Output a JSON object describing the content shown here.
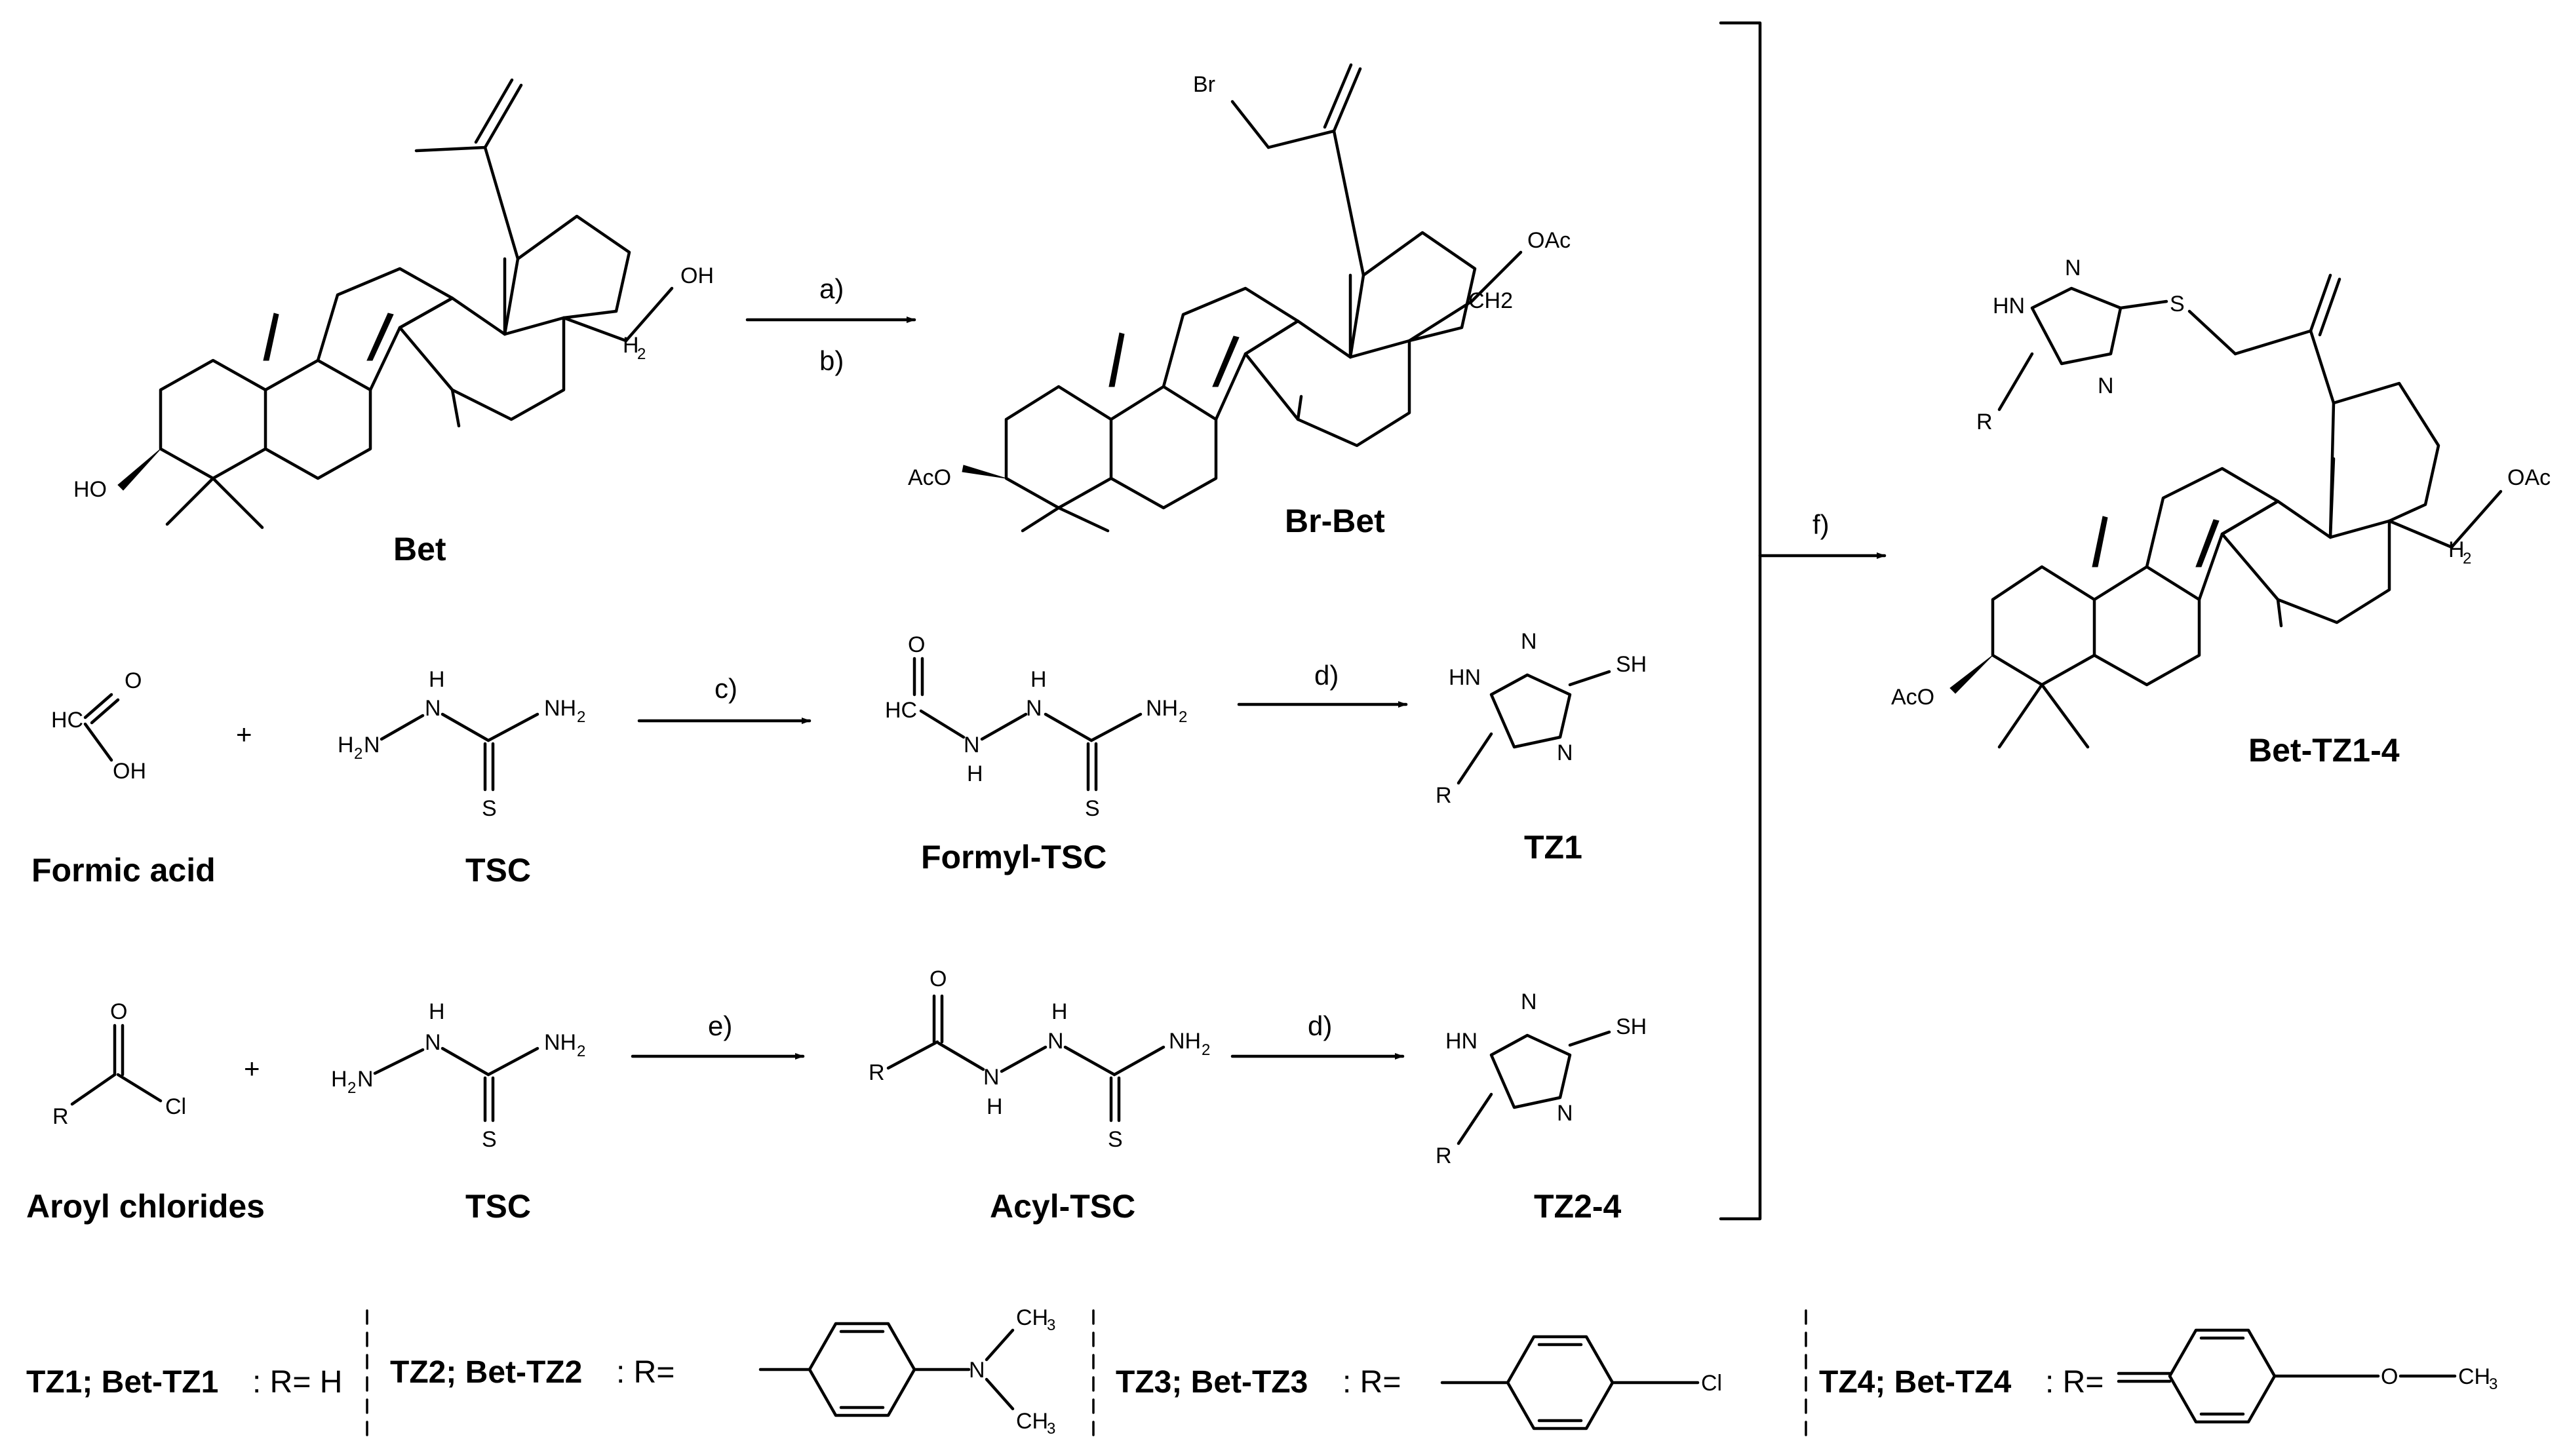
{
  "compounds": {
    "bet": "Bet",
    "br_bet": "Br-Bet",
    "formic_acid": "Formic acid",
    "tsc": "TSC",
    "formyl_tsc": "Formyl-TSC",
    "tz1": "TZ1",
    "aroyl_chlorides": "Aroyl chlorides",
    "acyl_tsc": "Acyl-TSC",
    "tz2_4": "TZ2-4",
    "bet_tz1_4": "Bet-TZ1-4"
  },
  "conditions": {
    "a": "a)",
    "b": "b)",
    "c": "c)",
    "d": "d)",
    "e": "e)",
    "f": "f)"
  },
  "atoms": {
    "OH": "OH",
    "HO": "HO",
    "H": "H",
    "H2": "2",
    "CH2": "CH2",
    "Br": "Br",
    "OAc": "OAc",
    "AcO": "AcO",
    "O": "O",
    "N": "N",
    "NH2": "NH",
    "S": "S",
    "SH": "SH",
    "HN": "HN",
    "R": "R",
    "Cl": "Cl",
    "CH3": "CH",
    "three": "3",
    "HC": "HC",
    "H2N": "H",
    "plus": "+"
  },
  "legend": {
    "tz1": "TZ1; Bet-TZ1",
    "tz1_r": ": R= H",
    "tz2": "TZ2; Bet-TZ2",
    "tz2_r": ": R=",
    "tz3": "TZ3; Bet-TZ3",
    "tz3_r": ": R=",
    "tz4": "TZ4; Bet-TZ4",
    "tz4_r": ": R=",
    "n_label": "N",
    "ch3": "CH",
    "three": "3",
    "cl": "Cl",
    "o_label": "O"
  }
}
